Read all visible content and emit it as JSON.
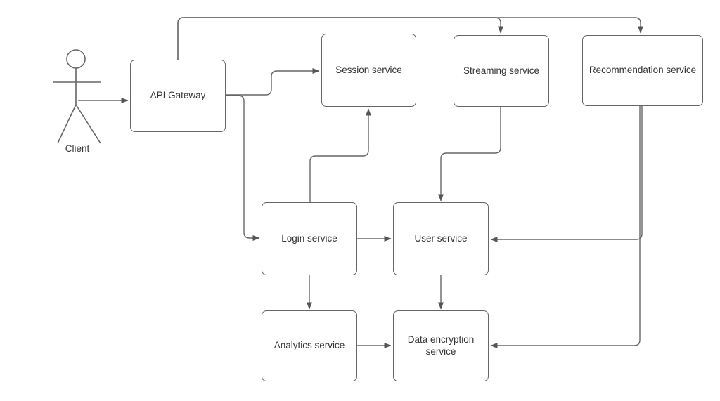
{
  "diagram": {
    "type": "flowchart",
    "colors": {
      "background": "#ffffff",
      "node_fill": "#ffffff",
      "stroke": "#666666",
      "text": "#333333",
      "arrowhead": "#555555"
    },
    "actor": {
      "id": "client",
      "label": "Client"
    },
    "nodes": [
      {
        "id": "api-gateway",
        "label": "API Gateway"
      },
      {
        "id": "session-service",
        "label": "Session service"
      },
      {
        "id": "streaming-service",
        "label": "Streaming service"
      },
      {
        "id": "recommendation-service",
        "label": "Recommendation service"
      },
      {
        "id": "login-service",
        "label": "Login service"
      },
      {
        "id": "user-service",
        "label": "User service"
      },
      {
        "id": "analytics-service",
        "label": "Analytics service"
      },
      {
        "id": "data-encryption-service",
        "label": "Data encryption service"
      }
    ],
    "edges": [
      {
        "from": "client",
        "to": "api-gateway"
      },
      {
        "from": "api-gateway",
        "to": "session-service"
      },
      {
        "from": "api-gateway",
        "to": "streaming-service"
      },
      {
        "from": "api-gateway",
        "to": "recommendation-service"
      },
      {
        "from": "api-gateway",
        "to": "login-service"
      },
      {
        "from": "login-service",
        "to": "session-service"
      },
      {
        "from": "streaming-service",
        "to": "user-service"
      },
      {
        "from": "login-service",
        "to": "user-service"
      },
      {
        "from": "recommendation-service",
        "to": "user-service"
      },
      {
        "from": "recommendation-service",
        "to": "data-encryption-service"
      },
      {
        "from": "login-service",
        "to": "analytics-service"
      },
      {
        "from": "user-service",
        "to": "data-encryption-service"
      },
      {
        "from": "analytics-service",
        "to": "data-encryption-service"
      }
    ]
  }
}
